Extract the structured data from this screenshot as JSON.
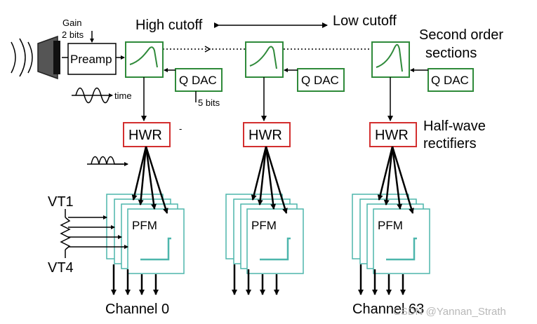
{
  "labels": {
    "gain": "Gain",
    "gain_bits": "2 bits",
    "preamp": "Preamp",
    "time": "time",
    "high_cutoff": "High cutoff",
    "low_cutoff": "Low cutoff",
    "second_order_1": "Second order",
    "second_order_2": "sections",
    "qdac": "Q DAC",
    "qdac_bits": "5 bits",
    "hwr": "HWR",
    "half_wave_1": "Half-wave",
    "half_wave_2": "rectifiers",
    "pfm": "PFM",
    "vt1": "VT1",
    "vt4": "VT4",
    "channel0": "Channel 0",
    "channel63": "Channel 63",
    "watermark": "CSDN @Yannan_Strath",
    "dash": "-"
  },
  "colors": {
    "filter_border": "#2f8a3a",
    "hwr_border": "#d32f2f",
    "pfm_border": "#4db6ac"
  },
  "icons": {
    "speaker": "speaker-icon",
    "sound_waves": "sound-waves-icon"
  }
}
